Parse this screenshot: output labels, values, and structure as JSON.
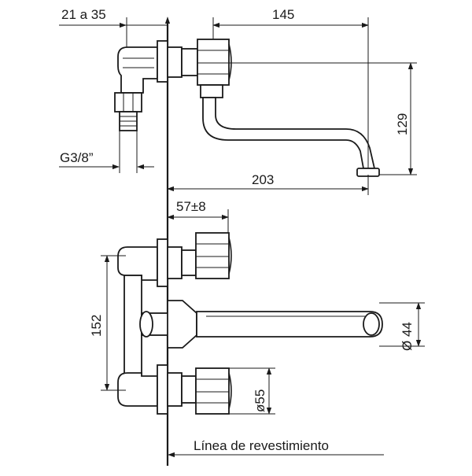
{
  "dimensions": {
    "inlet_range": "21 a 35",
    "spout_reach": "145",
    "spout_height": "129",
    "inlet_thread": "G3/8”",
    "total_projection": "203",
    "tile_depth": "57±8",
    "center_distance": "152",
    "spout_diameter": "Ø 44",
    "handle_diameter": "ø55"
  },
  "caption": "Línea de revestimiento"
}
